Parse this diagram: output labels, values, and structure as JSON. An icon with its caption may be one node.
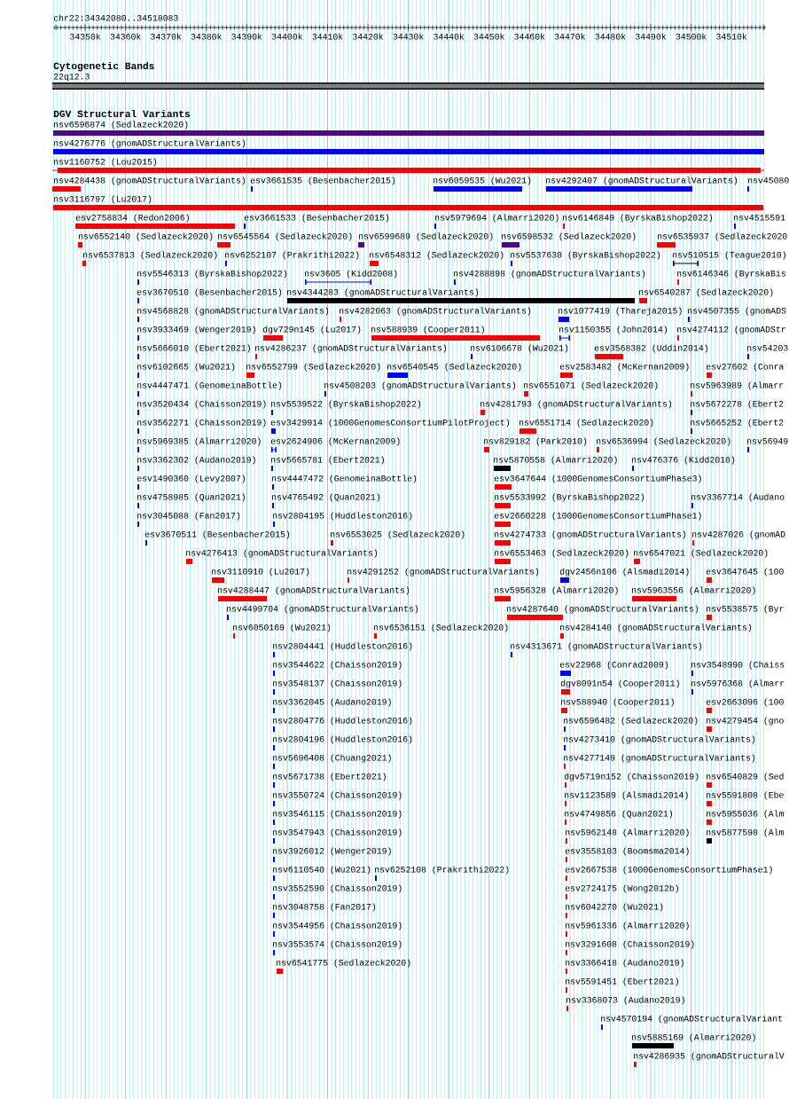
{
  "diagram": {
    "labels": [
      "chr22:34342080..34518083",
      "34350k",
      "34360k",
      "34370k",
      "34380k",
      "34390k",
      "34400k",
      "34410k",
      "34420k",
      "34430k",
      "34440k",
      "34450k",
      "34460k",
      "34470k",
      "34480k",
      "34490k",
      "34500k",
      "34510k",
      "Cytogenetic Bands",
      "22q12.3",
      "DGV Structural Variants",
      "nsv6596874 (Sedlazeck2020)",
      "nsv4276776 (gnomADStructuralVariants)",
      "nsv1160752 (Lou2015)",
      "nsv4284438 (gnomADStructuralVariants)",
      "esv3661535 (Besenbacher2015)",
      "nsv6059535 (Wu2021)",
      "nsv4292407 (gnomADStructuralVariants)",
      "nsv45080",
      "nsv3116797 (Lu2017)",
      "esv2758834 (Redon2006)",
      "esv3661533 (Besenbacher2015)",
      "nsv5979694 (Almarri2020)",
      "nsv6146849 (ByrskaBishop2022)",
      "nsv4515591",
      "nsv6552140 (Sedlazeck2020)",
      "nsv6545564 (Sedlazeck2020)",
      "nsv6599689 (Sedlazeck2020)",
      "nsv6598532 (Sedlazeck2020)",
      "nsv6535937 (Sedlazeck2020",
      "nsv6537813 (Sedlazeck2020)",
      "nsv6252107 (Prakrithi2022)",
      "nsv6548312 (Sedlazeck2020)",
      "nsv5537630 (ByrskaBishop2022)",
      "nsv510515 (Teague2010)",
      "nsv5546313 (ByrskaBishop2022)",
      "nsv3605 (Kidd2008)",
      "nsv4288898 (gnomADStructuralVariants)",
      "nsv6146346 (ByrskaBis",
      "esv3670510 (Besenbacher2015)",
      "nsv4344283 (gnomADStructuralVariants)",
      "nsv6540287 (Sedlazeck2020)",
      "nsv4568828 (gnomADStructuralVariants)",
      "nsv4282063 (gnomADStructuralVariants)",
      "nsv1077419 (Thareja2015)",
      "nsv4507355 (gnomADS",
      "nsv3933469 (Wenger2019)",
      "dgv729n145 (Lu2017)",
      "nsv588939 (Cooper2011)",
      "nsv1150355 (John2014)",
      "nsv4274112 (gnomADStr",
      "nsv5666010 (Ebert2021)",
      "nsv4286237 (gnomADStructuralVariants)",
      "nsv6106678 (Wu2021)",
      "esv3568382 (Uddin2014)",
      "nsv54203",
      "nsv6102665 (Wu2021)",
      "nsv6552799 (Sedlazeck2020)",
      "nsv6540545 (Sedlazeck2020)",
      "esv2583482 (McKernan2009)",
      "esv27602 (Conra",
      "nsv4447471 (GenomeinaBottle)",
      "nsv4508203 (gnomADStructuralVariants)",
      "nsv6551071 (Sedlazeck2020)",
      "nsv5963989 (Almarr",
      "nsv3520434 (Chaisson2019)",
      "nsv5539522 (ByrskaBishop2022)",
      "nsv4281793 (gnomADStructuralVariants)",
      "nsv5672278 (Ebert2",
      "nsv3562271 (Chaisson2019)",
      "esv3429914 (1000GenomesConsortiumPilotProject)",
      "nsv6551714 (Sedlazeck2020)",
      "nsv5665252 (Ebert2",
      "nsv5969385 (Almarri2020)",
      "esv2624906 (McKernan2009)",
      "nsv829182 (Park2010)",
      "nsv6536994 (Sedlazeck2020)",
      "nsv56949",
      "nsv3362302 (Audano2019)",
      "nsv5665781 (Ebert2021)",
      "nsv5870558 (Almarri2020)",
      "nsv476376 (Kidd2010)",
      "esv1490360 (Levy2007)",
      "nsv4447472 (GenomeinaBottle)",
      "esv3647644 (1000GenomesConsortiumPhase3)",
      "nsv4758985 (Quan2021)",
      "nsv4765492 (Quan2021)",
      "nsv5533992 (ByrskaBishop2022)",
      "nsv3367714 (Audano",
      "nsv3045088 (Fan2017)",
      "nsv2804195 (Huddleston2016)",
      "esv2660228 (1000GenomesConsortiumPhase1)",
      "esv3670511 (Besenbacher2015)",
      "nsv6553025 (Sedlazeck2020)",
      "nsv4274733 (gnomADStructuralVariants)",
      "nsv4287026 (gnomAD",
      "nsv4276413 (gnomADStructuralVariants)",
      "nsv6553463 (Sedlazeck2020)",
      "nsv6547021 (Sedlazeck2020)",
      "nsv3110910 (Lu2017)",
      "nsv4291252 (gnomADStructuralVariants)",
      "dgv2456n106 (Alsmadi2014)",
      "esv3647645 (100",
      "nsv4288447 (gnomADStructuralVariants)",
      "nsv5956328 (Almarri2020)",
      "nsv5963556 (Almarri2020)",
      "nsv4499704 (gnomADStructuralVariants)",
      "nsv4287640 (gnomADStructuralVariants)",
      "nsv5538575 (Byr",
      "nsv6050169 (Wu2021)",
      "nsv6536151 (Sedlazeck2020)",
      "nsv4284140 (gnomADStructuralVariants)",
      "nsv2804441 (Huddleston2016)",
      "nsv4313671 (gnomADStructuralVariants)",
      "nsv3544622 (Chaisson2019)",
      "esv22968 (Conrad2009)",
      "nsv3548990 (Chaiss",
      "nsv3548137 (Chaisson2019)",
      "dgv8091n54 (Cooper2011)",
      "nsv5976368 (Almarr",
      "nsv3362045 (Audano2019)",
      "nsv588940 (Cooper2011)",
      "esv2663096 (100",
      "nsv2804776 (Huddleston2016)",
      "nsv6596482 (Sedlazeck2020)",
      "nsv4279454 (gno",
      "nsv2804196 (Huddleston2016)",
      "nsv4273410 (gnomADStructuralVariants)",
      "nsv5696408 (Chuang2021)",
      "nsv4277149 (gnomADStructuralVariants)",
      "nsv5671738 (Ebert2021)",
      "dgv5719n152 (Chaisson2019)",
      "nsv6540829 (Sed",
      "nsv3550724 (Chaisson2019)",
      "nsv1123589 (Alsmadi2014)",
      "nsv5591808 (Ebe",
      "nsv3546115 (Chaisson2019)",
      "nsv4749856 (Quan2021)",
      "nsv5955036 (Alm",
      "nsv3547943 (Chaisson2019)",
      "nsv5962148 (Almarri2020)",
      "nsv5877598 (Alm",
      "nsv3926012 (Wenger2019)",
      "esv3558103 (Boomsma2014)",
      "nsv6110540 (Wu2021)",
      "nsv6252108 (Prakrithi2022)",
      "esv2667538 (1000GenomesConsortiumPhase1)",
      "nsv3552590 (Chaisson2019)",
      "esv2724175 (Wong2012b)",
      "nsv3048758 (Fan2017)",
      "nsv6042270 (Wu2021)",
      "nsv3544956 (Chaisson2019)",
      "nsv5961336 (Almarri2020)",
      "nsv3553574 (Chaisson2019)",
      "nsv3291608 (Chaisson2019)",
      "nsv6541775 (Sedlazeck2020)",
      "nsv3366418 (Audano2019)",
      "nsv5591451 (Ebert2021)",
      "nsv3368073 (Audano2019)",
      "nsv4570194 (gnomADStructuralVariant",
      "nsv5885169 (Almarri2020)",
      "nsv4286935 (gnomADStructuralV"
    ]
  }
}
